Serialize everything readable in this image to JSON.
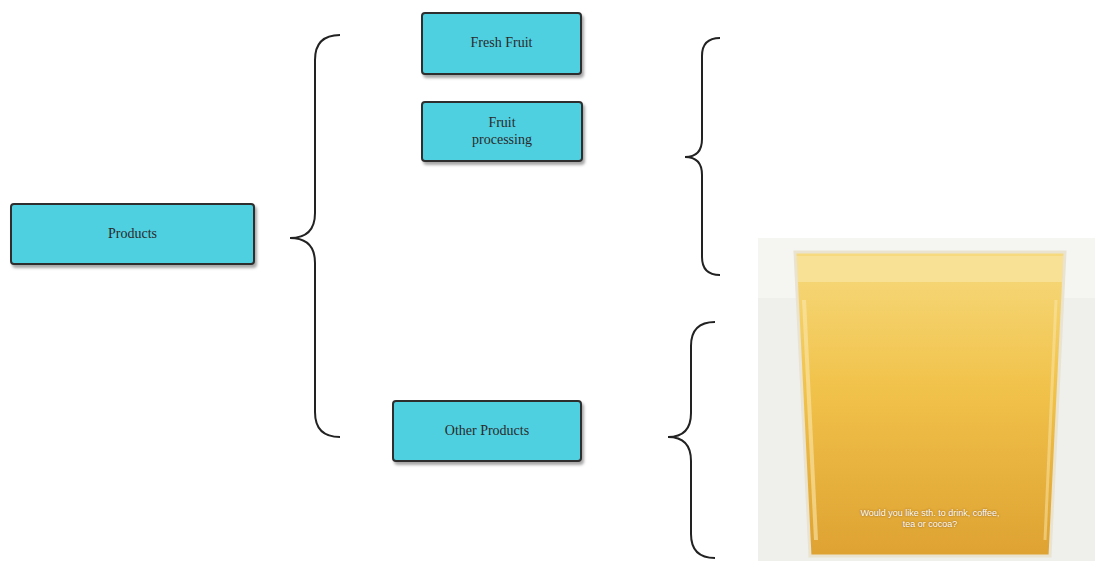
{
  "diagram": {
    "nodes": [
      {
        "text": [
          "Products"
        ]
      },
      {
        "text": [
          "Fresh Fruit"
        ]
      },
      {
        "text": [
          "Fruit processing"
        ]
      },
      {
        "text": [
          "Other Products"
        ]
      }
    ],
    "labels": [
      "Would you like sth. to drink, coffee, tea or cocoa?"
    ]
  }
}
